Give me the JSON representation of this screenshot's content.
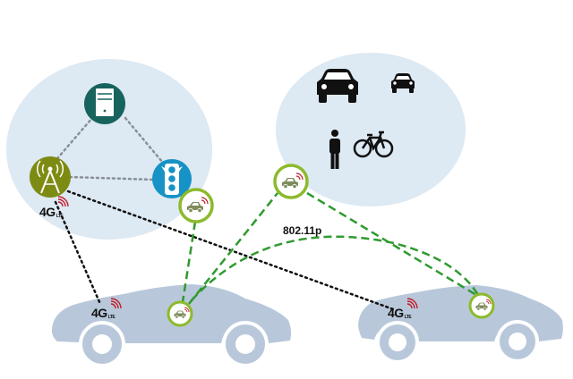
{
  "colors": {
    "cloud": "#dde9f3",
    "car_body": "#b8c8da",
    "car_wheel_ring": "#ffffff",
    "server": "#17635d",
    "tower": "#7d8b12",
    "traffic_light": "#1692c6",
    "dsrc_ring": "#8cba2c",
    "dsrc_link": "#2f9a2f",
    "cellular_link": "#111111",
    "infra_link": "#8a8f96",
    "signal_red": "#c11d2b"
  },
  "labels": {
    "lte_tower": "4G",
    "lte_tower_sub": "LTE",
    "lte_car_left": "4G",
    "lte_car_left_sub": "LTE",
    "lte_car_right": "4G",
    "lte_car_right_sub": "LTE",
    "v2v_protocol": "802.11p"
  },
  "icons": {
    "server": "server-icon",
    "tower": "cell-tower-icon",
    "traffic_light": "traffic-light-icon",
    "obu": "connected-car-icon",
    "car": "car-icon",
    "pedestrian": "pedestrian-icon",
    "bicycle": "bicycle-icon"
  }
}
